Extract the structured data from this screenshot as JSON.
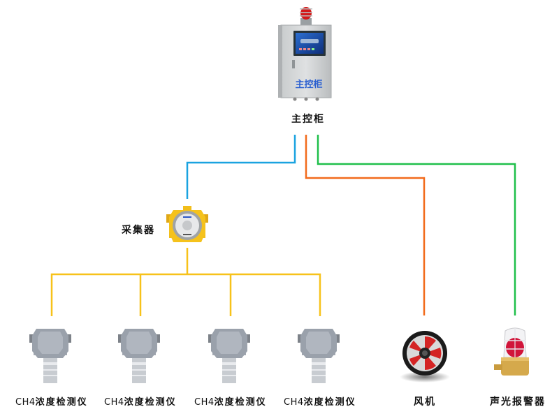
{
  "title": "CH4 gas detection system wiring diagram",
  "nodes": {
    "controller": {
      "label": "主控柜",
      "panel_text": "主控柜"
    },
    "collector": {
      "label": "采集器"
    },
    "sensors": [
      {
        "label_prefix": "CH4",
        "label_text": "浓度检测仪"
      },
      {
        "label_prefix": "CH4",
        "label_text": "浓度检测仪"
      },
      {
        "label_prefix": "CH4",
        "label_text": "浓度检测仪"
      },
      {
        "label_prefix": "CH4",
        "label_text": "浓度检测仪"
      }
    ],
    "fan": {
      "label": "风机"
    },
    "alarm": {
      "label": "声光报警器"
    }
  },
  "connections": [
    {
      "from": "controller",
      "to": "collector",
      "color": "#1aa3e0"
    },
    {
      "from": "controller",
      "to": "fan",
      "color": "#f26a1b"
    },
    {
      "from": "controller",
      "to": "alarm",
      "color": "#1fbf4a"
    },
    {
      "from": "collector",
      "to": "sensors",
      "color": "#f7c21a"
    }
  ]
}
